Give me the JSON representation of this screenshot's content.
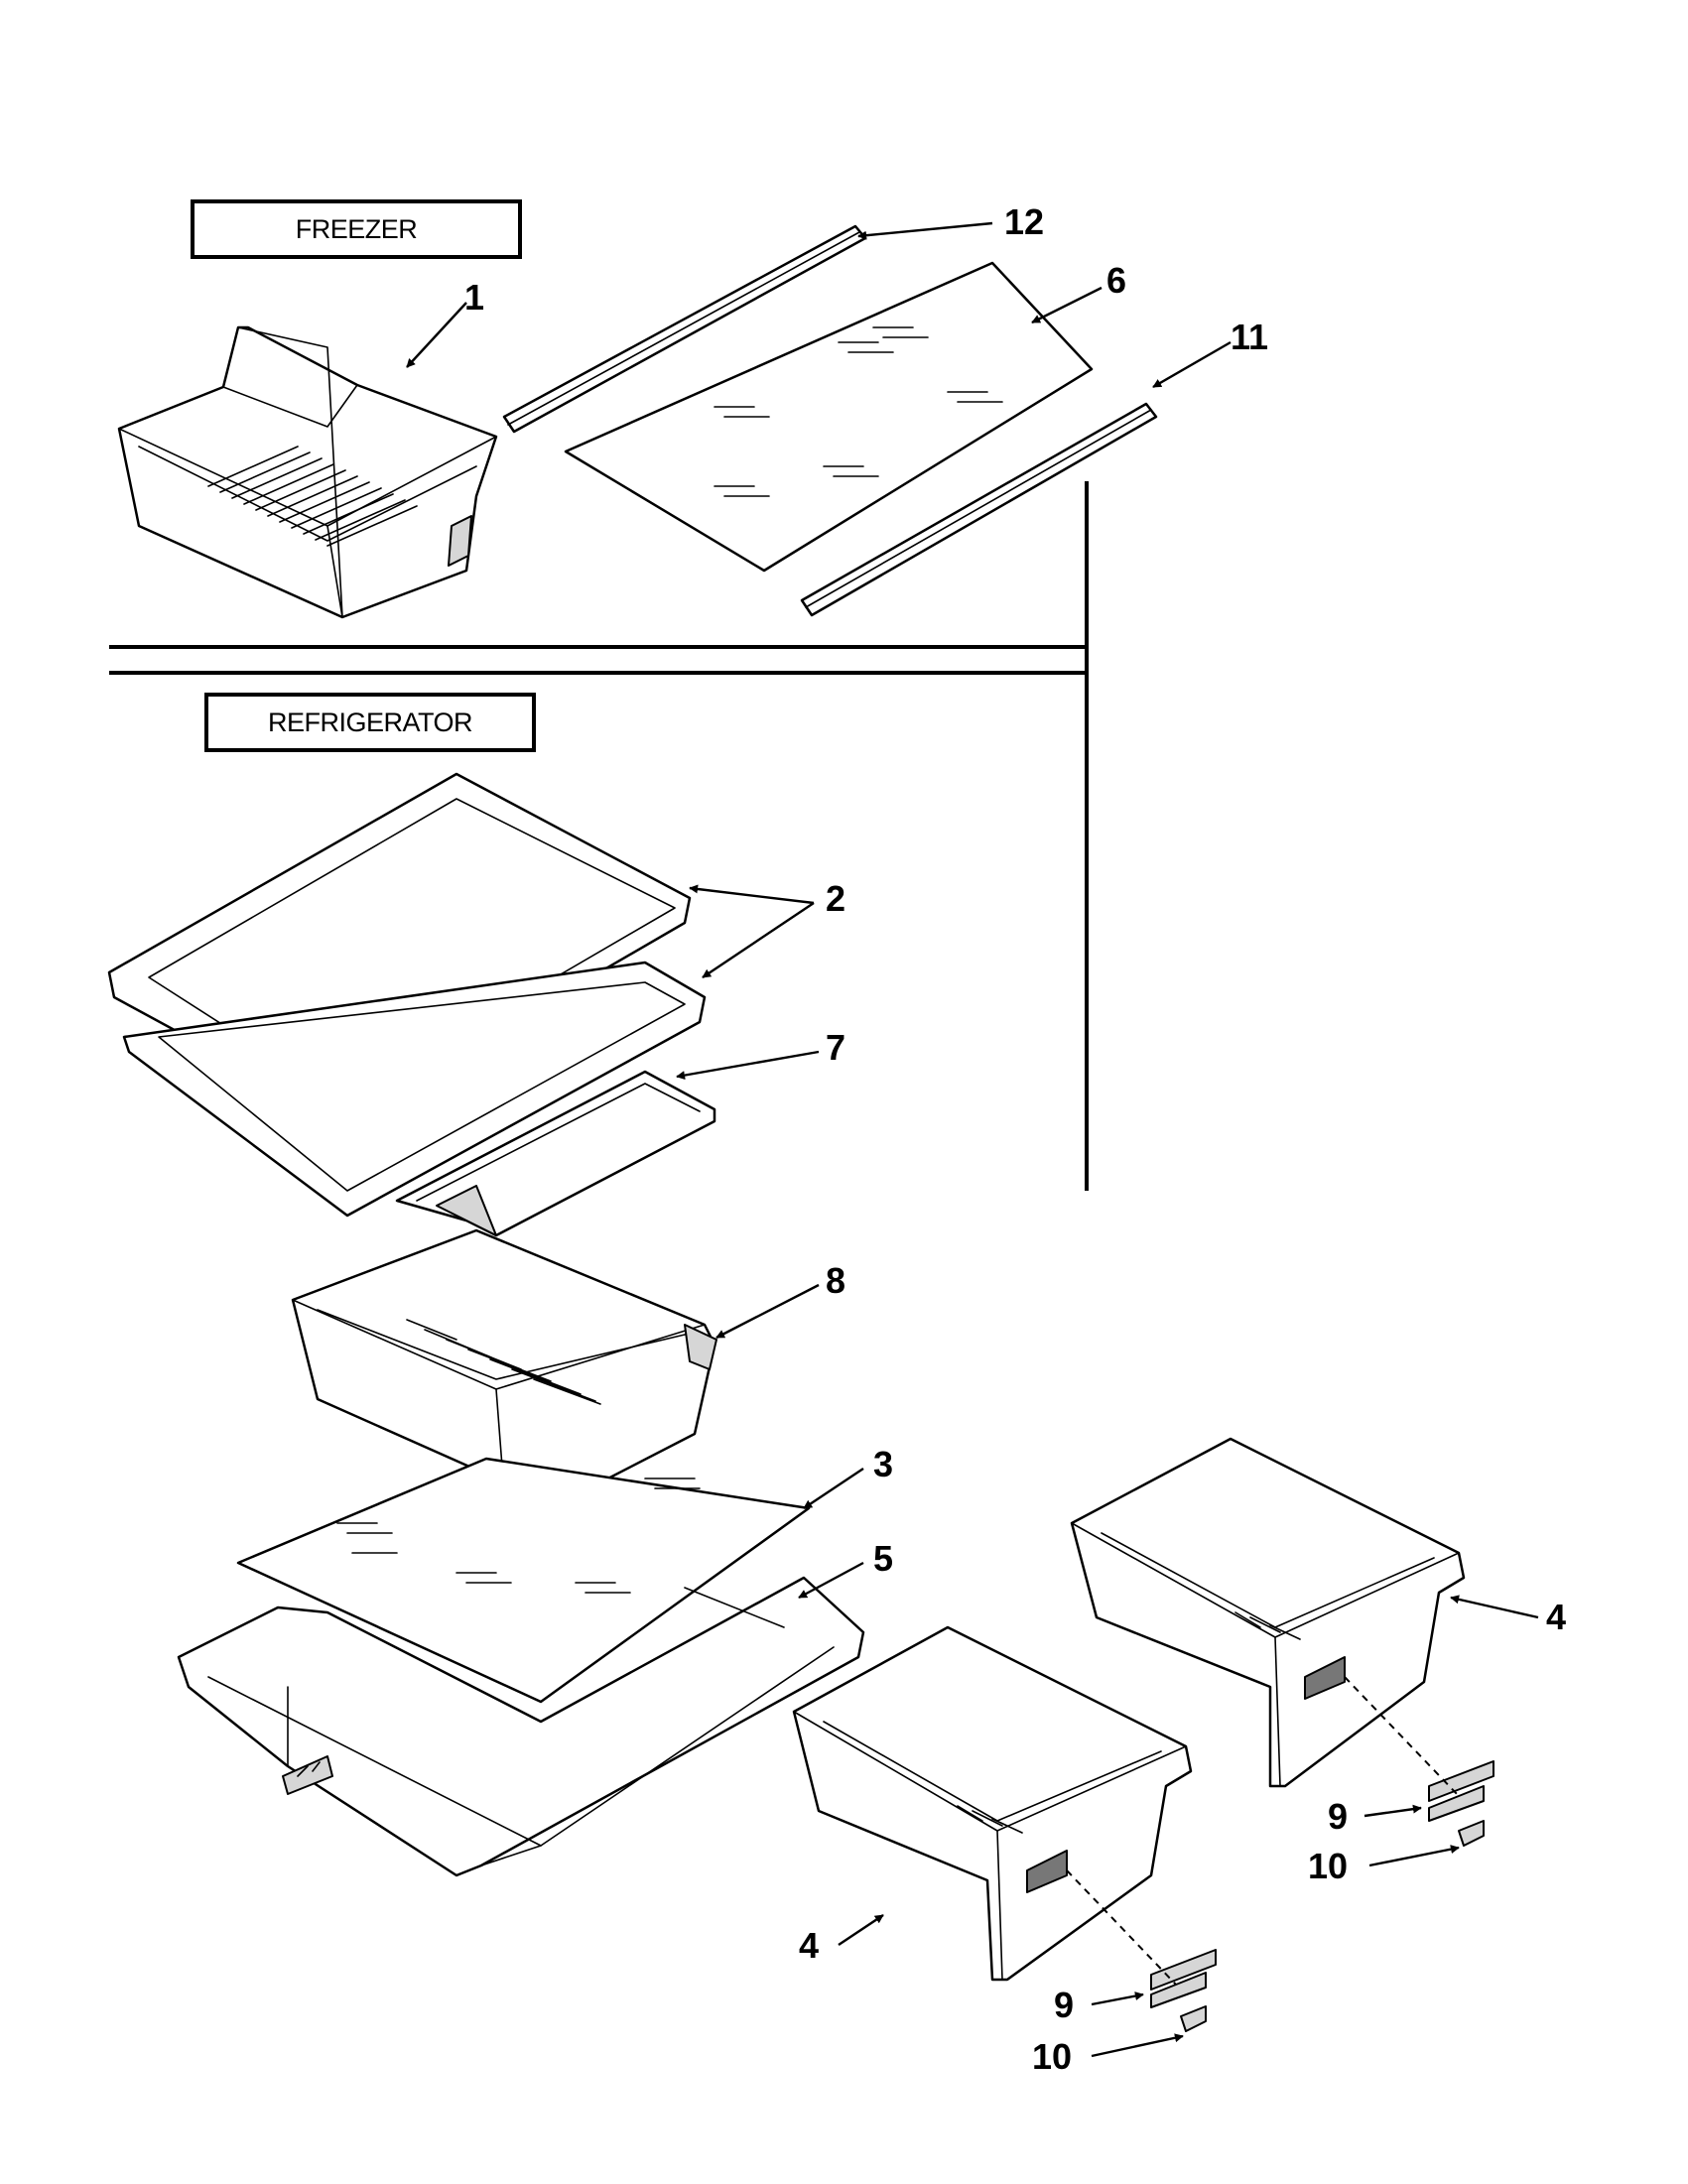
{
  "sections": {
    "freezer": "FREEZER",
    "refrigerator": "REFRIGERATOR"
  },
  "callouts": {
    "c1": "1",
    "c2": "2",
    "c3": "3",
    "c4a": "4",
    "c4b": "4",
    "c5": "5",
    "c6": "6",
    "c7": "7",
    "c8": "8",
    "c9a": "9",
    "c9b": "9",
    "c10a": "10",
    "c10b": "10",
    "c11": "11",
    "c12": "12"
  }
}
